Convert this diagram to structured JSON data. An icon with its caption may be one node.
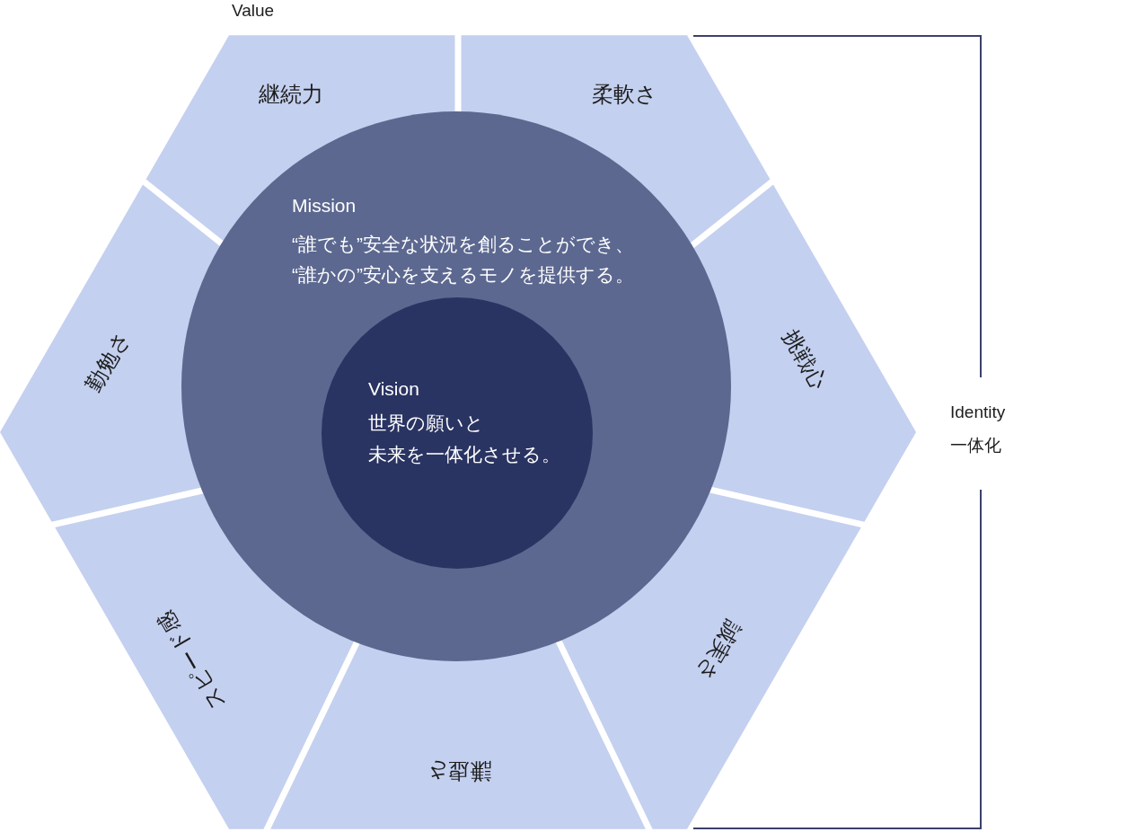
{
  "diagram": {
    "nodes": [
      {
        "text": [
          "継続力"
        ]
      },
      {
        "text": [
          "柔軟さ"
        ]
      },
      {
        "text": [
          "Mission",
          "“誰でも”安全な状況を創ることができ、“誰かの”安心を支えるモノを提供する。"
        ]
      },
      {
        "text": [
          "Vision",
          "世界の願いと未来を一体化させる。"
        ],
        "in": 2
      },
      {
        "text": [
          "勤勉さ"
        ]
      },
      {
        "text": [
          "挑戦心"
        ]
      },
      {
        "text": [
          "スピード感"
        ]
      },
      {
        "text": [
          "誠実さ"
        ]
      },
      {
        "text": [
          "謙虚さ"
        ]
      }
    ],
    "labels": [
      "Value",
      "Identity",
      "一体化"
    ]
  }
}
